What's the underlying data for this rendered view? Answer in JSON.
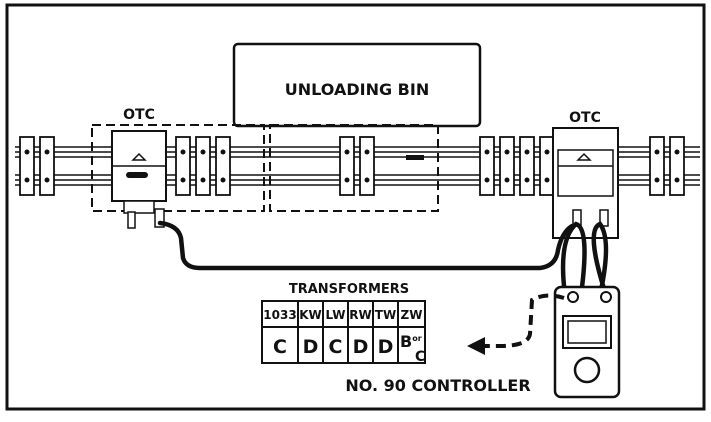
{
  "labels": {
    "unloading_bin": "UNLOADING BIN",
    "otc_left": "OTC",
    "otc_right": "OTC",
    "transformers": "TRANSFORMERS",
    "controller": "NO. 90 CONTROLLER"
  },
  "transformer_table": {
    "headers": [
      "1033",
      "KW",
      "LW",
      "RW",
      "TW",
      "ZW"
    ],
    "values": [
      "C",
      "D",
      "C",
      "D",
      "D",
      "B or C"
    ]
  },
  "colors": {
    "ink": "#111111",
    "paper": "#ffffff"
  }
}
